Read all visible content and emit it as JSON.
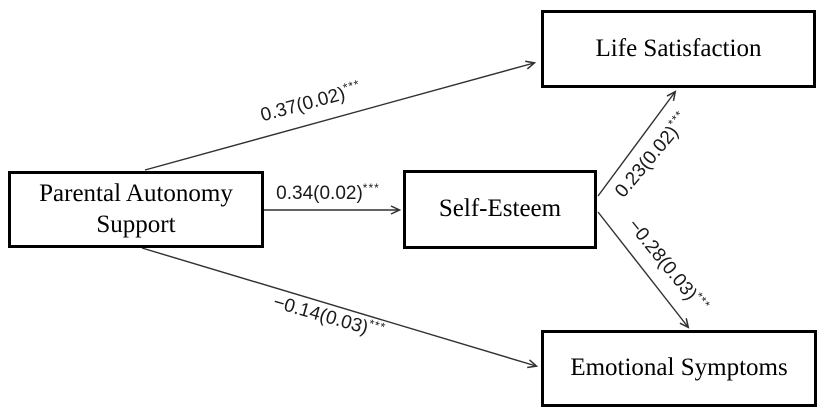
{
  "diagram": {
    "type": "path-model",
    "background_color": "#ffffff",
    "box_border_color": "#000000",
    "line_color": "#303030",
    "text_color": "#000000",
    "nodes": [
      {
        "id": "parental-autonomy-support",
        "label_line1": "Parental Autonomy",
        "label_line2": "Support"
      },
      {
        "id": "self-esteem",
        "label": "Self-Esteem"
      },
      {
        "id": "life-satisfaction",
        "label": "Life Satisfaction"
      },
      {
        "id": "emotional-symptoms",
        "label": "Emotional Symptoms"
      }
    ],
    "paths": [
      {
        "name": "parental-autonomy-support-to-life-satisfaction",
        "coefficient": "0.37(0.02)",
        "stars": "***"
      },
      {
        "name": "parental-autonomy-support-to-self-esteem",
        "coefficient": "0.34(0.02)",
        "stars": "***"
      },
      {
        "name": "parental-autonomy-support-to-emotional-symptoms",
        "coefficient": "−0.14(0.03)",
        "stars": "***"
      },
      {
        "name": "self-esteem-to-life-satisfaction",
        "coefficient": "0.23(0.02)",
        "stars": "***"
      },
      {
        "name": "self-esteem-to-emotional-symptoms",
        "coefficient": "−0.28(0.03)",
        "stars": "***"
      }
    ]
  }
}
